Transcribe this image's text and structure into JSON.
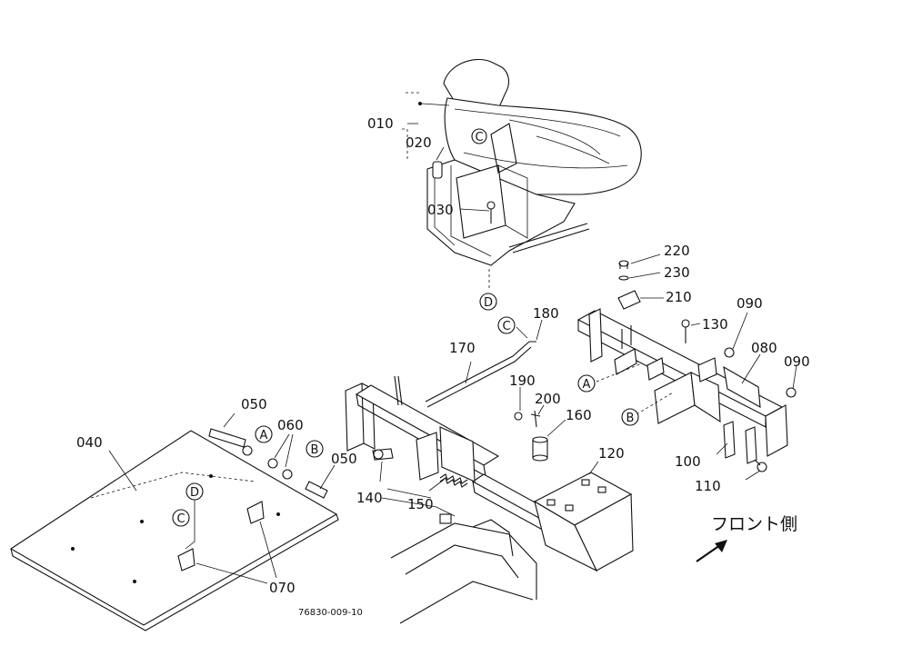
{
  "labels": {
    "p010": "010",
    "p020": "020",
    "p030": "030",
    "p040": "040",
    "p050a": "050",
    "p050b": "050",
    "p060": "060",
    "p070": "070",
    "p080": "080",
    "p090a": "090",
    "p090b": "090",
    "p100": "100",
    "p110": "110",
    "p120": "120",
    "p130": "130",
    "p140": "140",
    "p150": "150",
    "p160": "160",
    "p170": "170",
    "p180": "180",
    "p190": "190",
    "p200": "200",
    "p210": "210",
    "p220": "220",
    "p230": "230"
  },
  "refs": {
    "A": "A",
    "B": "B",
    "C": "C",
    "D": "D"
  },
  "front_label": "フロント側",
  "drawing_code": "76830-009-10"
}
